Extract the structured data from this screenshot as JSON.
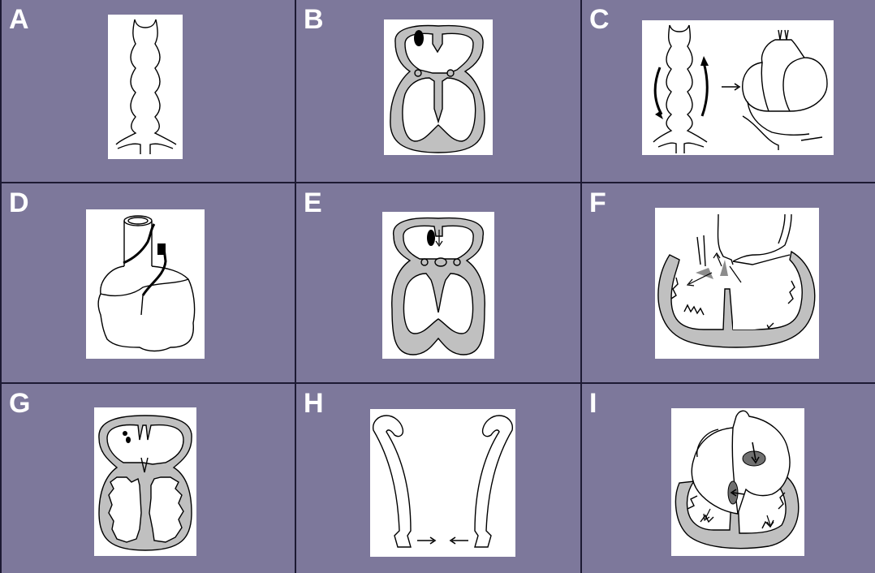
{
  "panels": [
    {
      "id": "A",
      "label": "A"
    },
    {
      "id": "B",
      "label": "B"
    },
    {
      "id": "C",
      "label": "C"
    },
    {
      "id": "D",
      "label": "D"
    },
    {
      "id": "E",
      "label": "E"
    },
    {
      "id": "F",
      "label": "F"
    },
    {
      "id": "G",
      "label": "G"
    },
    {
      "id": "H",
      "label": "H"
    },
    {
      "id": "I",
      "label": "I"
    }
  ],
  "colors": {
    "panel_background": "#7d789b",
    "grid_lines": "#1d1a33",
    "card_background": "#ffffff",
    "tissue_fill": "#c0c0c0",
    "outline": "#000000",
    "label_text": "#ffffff"
  }
}
